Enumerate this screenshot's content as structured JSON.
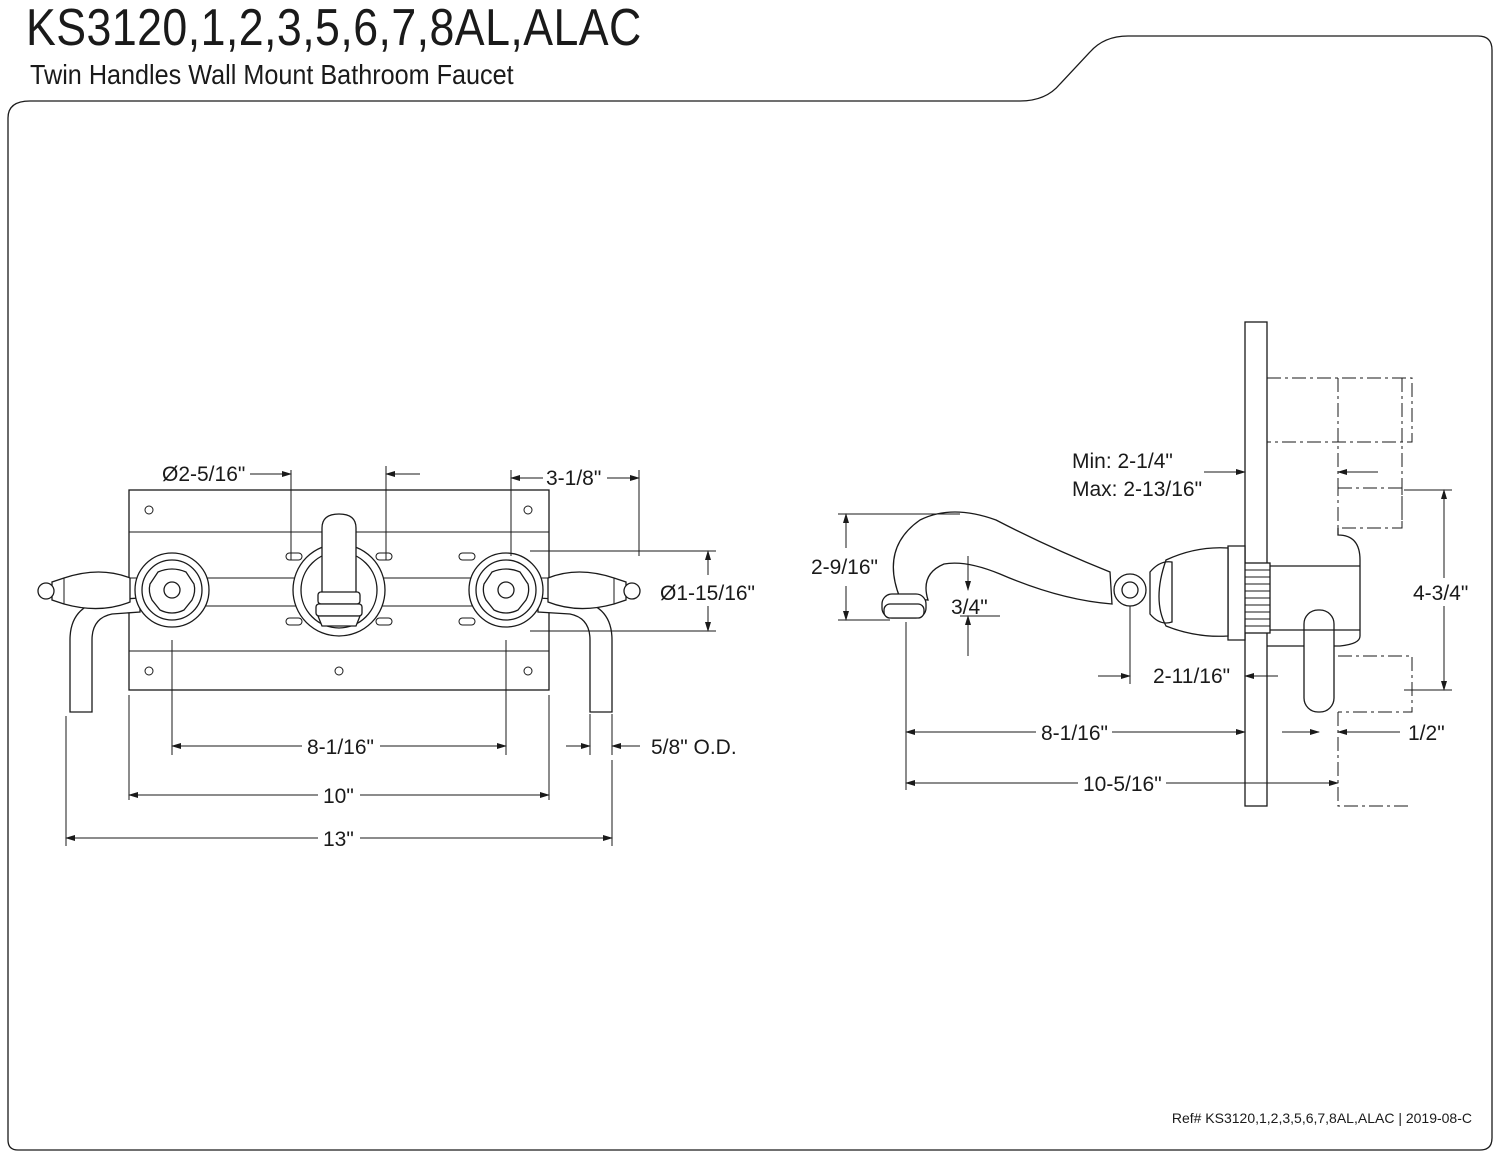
{
  "header": {
    "title": "KS3120,1,2,3,5,6,7,8AL,ALAC",
    "subtitle": "Twin Handles Wall Mount Bathroom Faucet"
  },
  "footer": {
    "ref": "Ref# KS3120,1,2,3,5,6,7,8AL,ALAC | 2019-08-C"
  },
  "front_view": {
    "dim_escutcheon_dia": "Ø2-5/16\"",
    "dim_handle_offset": "3-1/8\"",
    "dim_flange_dia": "Ø1-15/16\"",
    "dim_handle_spacing": "8-1/16\"",
    "dim_plate_width": "10\"",
    "dim_overall_width": "13\"",
    "dim_supply_od": "5/8\" O.D."
  },
  "side_view": {
    "dim_wall_min": "Min: 2-1/4\"",
    "dim_wall_max": "Max: 2-13/16\"",
    "dim_spout_height": "2-9/16\"",
    "dim_spout_drop": "3/4\"",
    "dim_spout_offset": "2-11/16\"",
    "dim_valve_height": "4-3/4\"",
    "dim_spout_reach": "8-1/16\"",
    "dim_overall_depth": "10-5/16\"",
    "dim_pipe": "1/2\""
  }
}
